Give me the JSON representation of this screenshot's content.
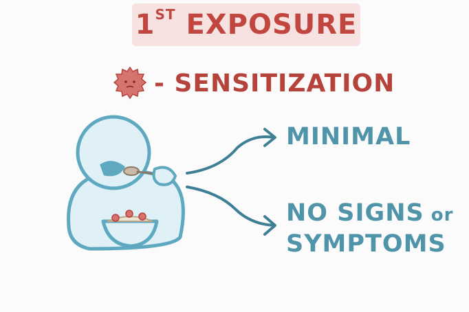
{
  "title": {
    "main": "1",
    "superscript": "ST",
    "rest": " EXPOSURE"
  },
  "sensitization": {
    "label": "- SENSITIZATION",
    "icon": "allergen-particle-icon"
  },
  "outcomes": [
    {
      "text": "MINIMAL"
    },
    {
      "line1": "NO SIGNS",
      "line1_lower": " or",
      "line2": "SYMPTOMS"
    }
  ],
  "colors": {
    "title_red": "#c1463f",
    "title_bg": "#f6e3e1",
    "teal": "#4f94a8",
    "figure_fill": "#dff1f7",
    "figure_stroke": "#5ea9c0",
    "allergen": "#d4746c"
  }
}
